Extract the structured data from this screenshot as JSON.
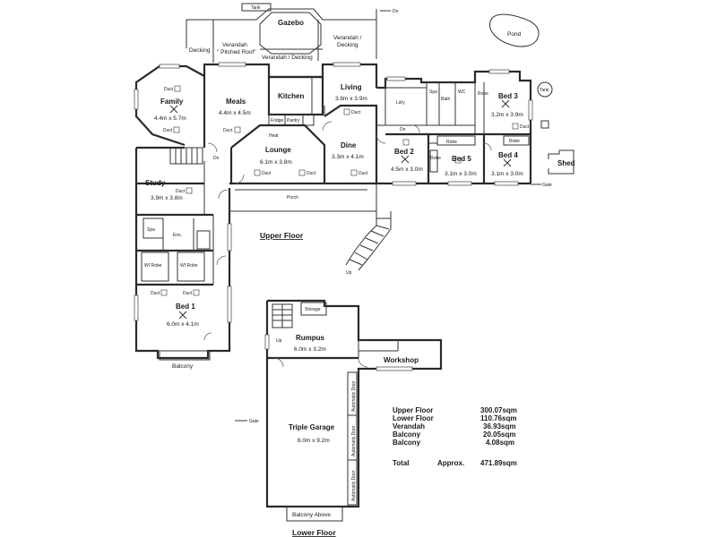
{
  "floors": {
    "upper": "Upper Floor",
    "lower": "Lower Floor"
  },
  "rooms": {
    "family": {
      "name": "Family",
      "dims": "4.4m x 5.7m"
    },
    "meals": {
      "name": "Meals",
      "dims": "4.4m x 4.5m"
    },
    "kitchen": {
      "name": "Kitchen"
    },
    "living": {
      "name": "Living",
      "dims": "3.8m x 3.9m"
    },
    "lounge": {
      "name": "Lounge",
      "dims": "6.1m x 3.8m"
    },
    "dine": {
      "name": "Dine",
      "dims": "3.3m x 4.1m"
    },
    "study": {
      "name": "Study",
      "dims": "3.9m x 3.8m"
    },
    "bed1": {
      "name": "Bed 1",
      "dims": "6.0m x 4.1m"
    },
    "bed2": {
      "name": "Bed 2",
      "dims": "4.5m x 3.0m"
    },
    "bed3": {
      "name": "Bed 3",
      "dims": "3.2m x 3.9m"
    },
    "bed4": {
      "name": "Bed 4",
      "dims": "3.1m x 3.0m"
    },
    "bed5": {
      "name": "Bed 5",
      "dims": "3.1m x 3.0m"
    },
    "rumpus": {
      "name": "Rumpus",
      "dims": "6.0m x 3.2m"
    },
    "garage": {
      "name": "Triple Garage",
      "dims": "6.0m x 9.2m"
    },
    "workshop": {
      "name": "Workshop"
    },
    "storage": {
      "name": "Storage"
    },
    "gazebo": {
      "name": "Gazebo"
    },
    "pond": {
      "name": "Pond"
    },
    "shed": {
      "name": "Shed"
    }
  },
  "outdoor": {
    "decking": "Decking",
    "verandah_pitched_1": "Verandah",
    "verandah_pitched_2": "\" Pitched Roof\"",
    "verandah_decking_mid": "Verandah / Decking",
    "verandah_decking_right_1": "Verandah /",
    "verandah_decking_right_2": "Decking",
    "porch": "Porch",
    "balcony": "Balcony",
    "balcony_above": "Balcony Above"
  },
  "small_labels": {
    "tank": "Tank",
    "dn": "Dn",
    "up": "Up",
    "duct": "Duct",
    "fridge": "Fridge",
    "pantry": "Pantry",
    "heat": "Heat",
    "robe": "Robe",
    "wir": "WI Robe",
    "spa": "Spa",
    "ens": "Ens.",
    "bath": "Bath",
    "ldry": "Ldry",
    "wc": "WC",
    "gate": "Gate",
    "auto_door": "Automatic Door"
  },
  "areas": [
    {
      "label": "Upper Floor",
      "value": "300.07sqm"
    },
    {
      "label": "Lower Floor",
      "value": "110.76sqm"
    },
    {
      "label": "Verandah",
      "value": "36.93sqm"
    },
    {
      "label": "Balcony",
      "value": "20.05sqm"
    },
    {
      "label": "Balcony",
      "value": "4.08sqm"
    }
  ],
  "total": {
    "label": "Total",
    "approx": "Approx.",
    "value": "471.89sqm"
  }
}
